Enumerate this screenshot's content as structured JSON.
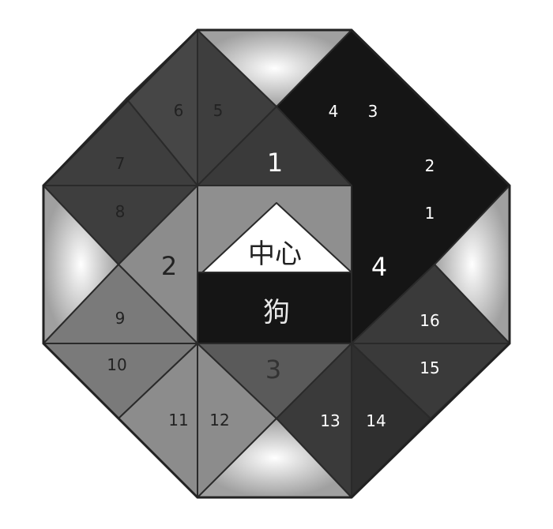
{
  "colors": {
    "black": "#151515",
    "dark": "#3b3b3b",
    "dark2": "#464646",
    "mid": "#5c5c5c",
    "light": "#8c8c8c",
    "lighter": "#a3a3a3",
    "white": "#ffffff"
  },
  "labels": {
    "n1": "1",
    "n2": "2",
    "n3": "3",
    "n4": "4",
    "s1": "1",
    "s2": "2",
    "s3": "3",
    "s4": "4",
    "s5": "5",
    "s6": "6",
    "s7": "7",
    "s8": "8",
    "s9": "9",
    "s10": "10",
    "s11": "11",
    "s12": "12",
    "s13": "13",
    "s14": "14",
    "s15": "15",
    "s16": "16",
    "center": "中心",
    "dog": "狗"
  }
}
